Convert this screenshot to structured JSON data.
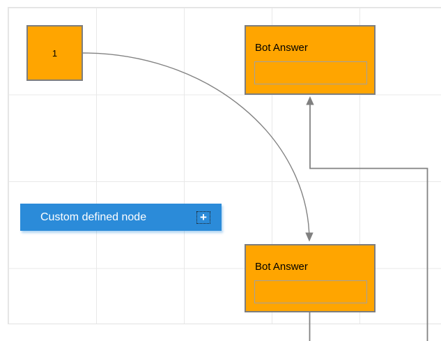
{
  "diagram": {
    "background": "#FFFFFF",
    "grid_color": "#E8E8E8",
    "page_border_color": "#E2E2E2"
  },
  "nodes": {
    "start": {
      "label": "1",
      "fill": "#FFA500",
      "stroke": "#7D7D7D"
    },
    "bot_answer_top": {
      "title": "Bot Answer",
      "field_value": "",
      "fill": "#FFA500",
      "stroke": "#7D7D7D"
    },
    "bot_answer_bottom": {
      "title": "Bot Answer",
      "field_value": "",
      "fill": "#FFA500",
      "stroke": "#7D7D7D"
    },
    "custom_defined": {
      "label": "Custom defined node",
      "fill": "#2B8BD9",
      "text_color": "#FFFFFF",
      "plus_glyph": "+"
    }
  },
  "connectors": {
    "color": "#828282",
    "curve": "from node 1 right side to bottom Bot Answer top, arrow down",
    "orthogonal": "from bottom Bot Answer bottom, around right side, into top Bot Answer bottom, arrow up"
  }
}
